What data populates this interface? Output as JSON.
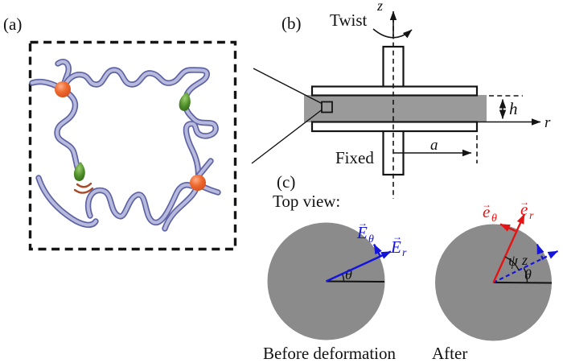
{
  "figure": {
    "panels": {
      "a": {
        "tag": "(a)"
      },
      "b": {
        "tag": "(b)",
        "twist": "Twist",
        "fixed": "Fixed",
        "z_axis": "z",
        "r_axis": "r",
        "height_label": "h",
        "radius_label": "a"
      },
      "c": {
        "tag": "(c)",
        "top_view": "Top view:",
        "before": {
          "caption": "Before deformation",
          "angle": "θ",
          "vec_E_theta": {
            "letter": "E",
            "sub": "θ"
          },
          "vec_E_r": {
            "letter": "E",
            "sub": "r"
          }
        },
        "after": {
          "caption": "After",
          "angle": "θ",
          "psi": "ψ",
          "z": "z",
          "vec_e_theta": {
            "letter": "e",
            "sub": "θ"
          },
          "vec_e_r": {
            "letter": "e",
            "sub": "r"
          }
        }
      }
    },
    "glyphs": {
      "vector_arrow": "→"
    },
    "colors": {
      "before_vector_blue": "#1414dc",
      "after_vector_red": "#e41414",
      "sample_gray": "#9a9a9a",
      "disk_gray": "#8b8b8b",
      "chain_outline": "#5e63a4",
      "chain_fill": "#b7badd",
      "crosslink_orange": "#ef6a30",
      "sticker_green": "#4d8c28",
      "wiggle_brown": "#a84a28"
    }
  }
}
